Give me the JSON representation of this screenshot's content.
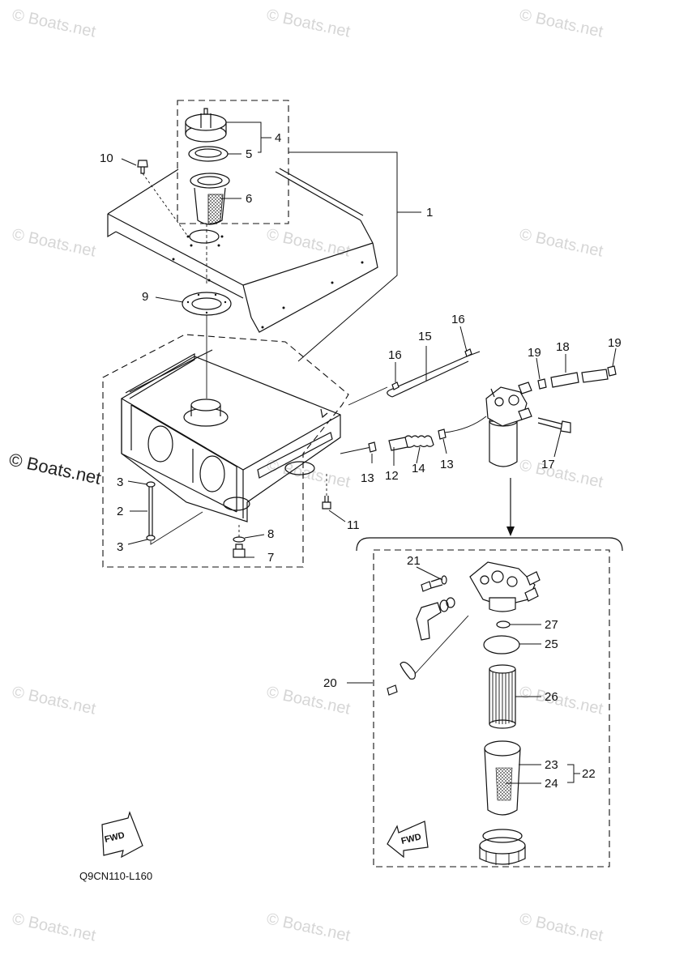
{
  "watermark": {
    "text": "© Boats.net",
    "prominent_text": "© Boats.net"
  },
  "callouts": {
    "c1": "1",
    "c2": "2",
    "c3a": "3",
    "c3b": "3",
    "c4": "4",
    "c5": "5",
    "c6": "6",
    "c7": "7",
    "c8": "8",
    "c9": "9",
    "c10": "10",
    "c11": "11",
    "c12": "12",
    "c13a": "13",
    "c13b": "13",
    "c14": "14",
    "c15": "15",
    "c16a": "16",
    "c16b": "16",
    "c17": "17",
    "c18": "18",
    "c19a": "19",
    "c19b": "19",
    "c20": "20",
    "c21": "21",
    "c22": "22",
    "c23": "23",
    "c24": "24",
    "c25": "25",
    "c26": "26",
    "c27": "27"
  },
  "fwd_label": "FWD",
  "diagram_code": "Q9CN110-L160"
}
